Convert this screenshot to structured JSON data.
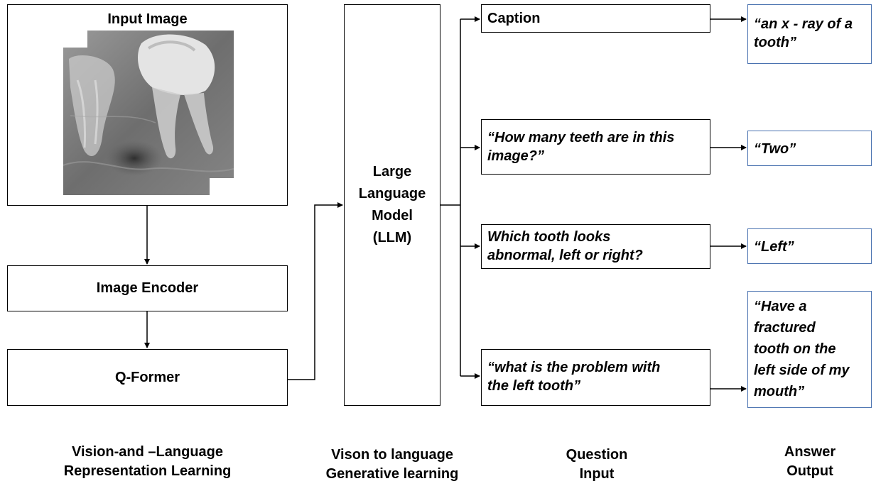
{
  "input": {
    "title": "Input Image"
  },
  "encoder": {
    "label": "Image Encoder"
  },
  "qformer": {
    "label": "Q-Former"
  },
  "llm": {
    "lines": [
      "Large",
      "Language",
      "Model",
      "(LLM)"
    ]
  },
  "questions": [
    {
      "lines": [
        "Caption"
      ],
      "italic": false
    },
    {
      "lines": [
        "“How many teeth are in this",
        "image?”"
      ],
      "italic": true
    },
    {
      "lines": [
        "Which tooth looks",
        "abnormal, left or right?"
      ],
      "italic": true
    },
    {
      "lines": [
        "“what is the problem with",
        "the left tooth”"
      ],
      "italic": true
    }
  ],
  "answers": [
    {
      "lines": [
        "“an x - ray of a",
        "tooth”"
      ]
    },
    {
      "lines": [
        "“Two”"
      ]
    },
    {
      "lines": [
        "“Left”"
      ]
    },
    {
      "lines": [
        "“Have a",
        "fractured",
        "tooth on the",
        "left side of my",
        "mouth”"
      ]
    }
  ],
  "captions": {
    "col1": [
      "Vision-and –Language",
      "Representation Learning"
    ],
    "col2": [
      "Vison to language",
      "Generative learning"
    ],
    "col3": [
      "Question",
      "Input"
    ],
    "col4": [
      "Answer",
      "Output"
    ]
  },
  "colors": {
    "line": "#000000",
    "answer_border": "#4a72b0"
  }
}
